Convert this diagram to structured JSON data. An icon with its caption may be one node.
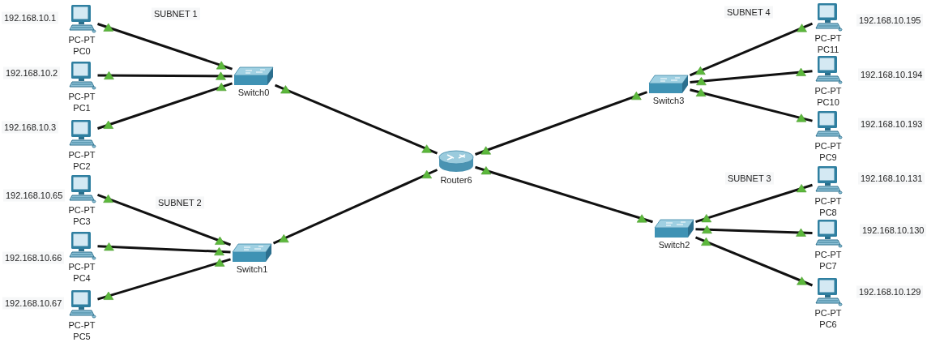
{
  "diagram": {
    "nodes": [
      {
        "text": [
          "PC-PT",
          "PC0"
        ],
        "beside": [
          "192.168.10.1"
        ]
      },
      {
        "text": [
          "PC-PT",
          "PC1"
        ],
        "beside": [
          "192.168.10.2"
        ]
      },
      {
        "text": [
          "PC-PT",
          "PC2"
        ],
        "beside": [
          "192.168.10.3"
        ]
      },
      {
        "text": [
          "Switch0"
        ]
      },
      {
        "text": [
          "PC-PT",
          "PC3"
        ],
        "beside": [
          "192.168.10.65"
        ]
      },
      {
        "text": [
          "PC-PT",
          "PC4"
        ],
        "beside": [
          "192.168.10.66"
        ]
      },
      {
        "text": [
          "PC-PT",
          "PC5"
        ],
        "beside": [
          "192.168.10.67"
        ]
      },
      {
        "text": [
          "Switch1"
        ]
      },
      {
        "text": [
          "Router6"
        ]
      },
      {
        "text": [
          "Switch3"
        ]
      },
      {
        "text": [
          "PC-PT",
          "PC11"
        ],
        "beside": [
          "192.168.10.195"
        ]
      },
      {
        "text": [
          "PC-PT",
          "PC10"
        ],
        "beside": [
          "192.168.10.194"
        ]
      },
      {
        "text": [
          "PC-PT",
          "PC9"
        ],
        "beside": [
          "192.168.10.193"
        ]
      },
      {
        "text": [
          "Switch2"
        ]
      },
      {
        "text": [
          "PC-PT",
          "PC8"
        ],
        "beside": [
          "192.168.10.131"
        ]
      },
      {
        "text": [
          "PC-PT",
          "PC7"
        ],
        "beside": [
          "192.168.10.130"
        ]
      },
      {
        "text": [
          "PC-PT",
          "PC6"
        ],
        "beside": [
          "192.168.10.129"
        ]
      }
    ],
    "edges": [
      {
        "from": 0,
        "to": 3,
        "arrow": "other"
      },
      {
        "from": 1,
        "to": 3,
        "arrow": "other"
      },
      {
        "from": 2,
        "to": 3,
        "arrow": "other"
      },
      {
        "from": 3,
        "to": 8,
        "arrow": "other"
      },
      {
        "from": 4,
        "to": 7,
        "arrow": "other"
      },
      {
        "from": 5,
        "to": 7,
        "arrow": "other"
      },
      {
        "from": 6,
        "to": 7,
        "arrow": "other"
      },
      {
        "from": 7,
        "to": 8,
        "arrow": "other"
      },
      {
        "from": 8,
        "to": 9,
        "arrow": "other"
      },
      {
        "from": 9,
        "to": 10,
        "arrow": "other"
      },
      {
        "from": 9,
        "to": 11,
        "arrow": "other"
      },
      {
        "from": 9,
        "to": 12,
        "arrow": "other"
      },
      {
        "from": 8,
        "to": 13,
        "arrow": "other"
      },
      {
        "from": 13,
        "to": 14,
        "arrow": "other"
      },
      {
        "from": 13,
        "to": 15,
        "arrow": "other"
      },
      {
        "from": 13,
        "to": 16,
        "arrow": "other"
      }
    ],
    "labels": [
      "SUBNET 1",
      "SUBNET 4",
      "SUBNET 3",
      "SUBNET 2"
    ]
  }
}
